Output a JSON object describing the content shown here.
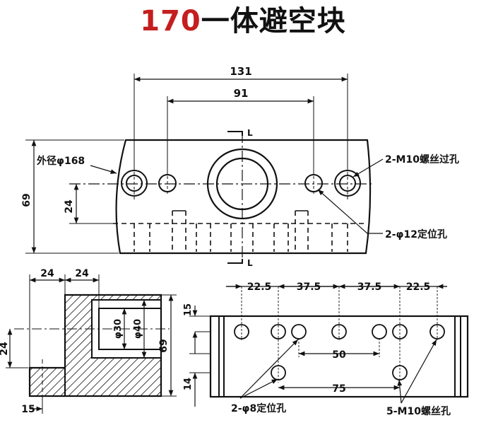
{
  "title": {
    "number": "170",
    "text": "一体避空块"
  },
  "colors": {
    "title_number": "#c41e1e",
    "ink": "#111111"
  },
  "top_view": {
    "dim_131": "131",
    "dim_91": "91",
    "dim_69": "69",
    "dim_24": "24",
    "label_outer_diameter": "外径φ168",
    "label_m10_through": "2-M10螺丝过孔",
    "label_phi12_locating": "2-φ12定位孔",
    "section_mark": "L"
  },
  "side_view": {
    "dim_24_left": "24",
    "dim_24_right": "24",
    "dim_24_vertical": "24",
    "dim_15": "15",
    "dim_phi30": "φ30",
    "dim_phi40": "φ40",
    "dim_69": "69"
  },
  "bottom_view": {
    "dim_22_5_a": "22.5",
    "dim_37_5_a": "37.5",
    "dim_37_5_b": "37.5",
    "dim_22_5_b": "22.5",
    "dim_15": "15",
    "dim_14": "14",
    "dim_50": "50",
    "dim_75": "75",
    "label_phi8_locating": "2-φ8定位孔",
    "label_m10_thread": "5-M10螺丝孔"
  }
}
